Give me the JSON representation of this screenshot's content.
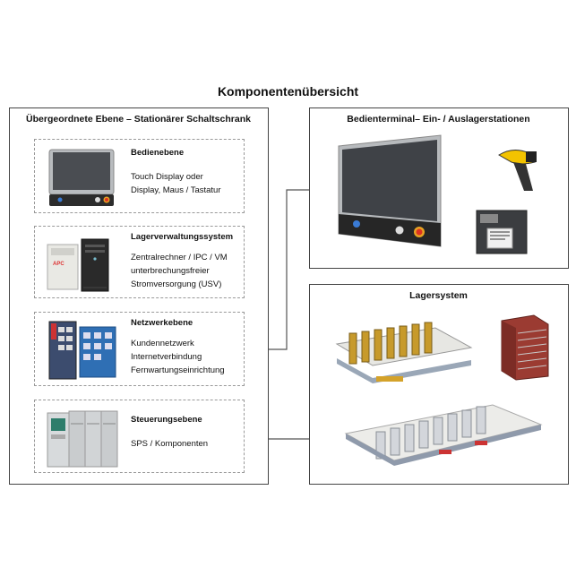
{
  "title": "Komponentenübersicht",
  "left_panel": {
    "title": "Übergeordnete Ebene – Stationärer Schaltschrank",
    "cards": [
      {
        "title": "Bedienebene",
        "lines": [
          "Touch Display oder",
          "Display, Maus / Tastatur"
        ],
        "image": "touch-panel-pc"
      },
      {
        "title": "Lagerverwaltungssystem",
        "lines": [
          "Zentralrechner / IPC / VM",
          "unterbrechungsfreier",
          "Stromversorgung (USV)"
        ],
        "image": "ups-and-pc-tower"
      },
      {
        "title": "Netzwerkebene",
        "lines": [
          "Kundennetzwerk",
          "Internetverbindung",
          "Fernwartungseinrichtung"
        ],
        "image": "network-switches"
      },
      {
        "title": "Steuerungsebene",
        "lines": [
          "SPS / Komponenten"
        ],
        "image": "plc-modules"
      }
    ]
  },
  "terminal_panel": {
    "title": "Bedienterminal– Ein- / Auslagerstationen",
    "images": [
      "panel-pc",
      "barcode-scanner",
      "label-printer"
    ]
  },
  "storage_panel": {
    "title": "Lagersystem",
    "images": [
      "shuttle-racking-system",
      "vertical-lift-module",
      "automated-storage-line"
    ]
  },
  "colors": {
    "panel_border": "#444444",
    "card_border": "#999999",
    "connector": "#555555"
  }
}
